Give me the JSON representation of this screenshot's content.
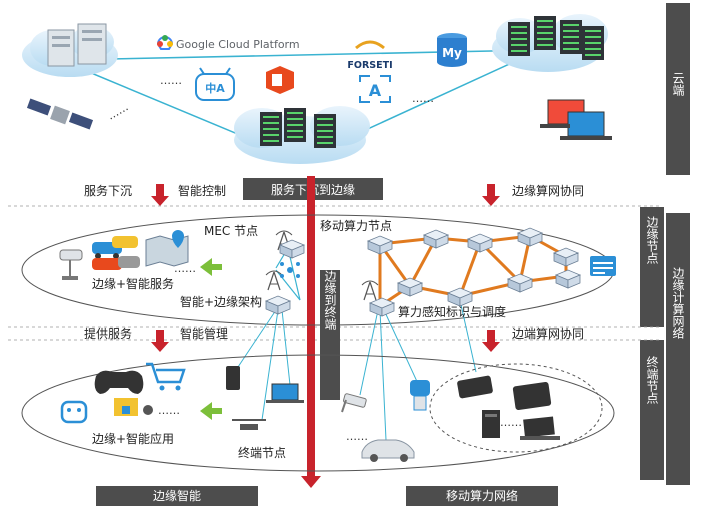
{
  "cloud": {
    "google_cloud": "Google Cloud Platform",
    "forseti": "FORSETI",
    "mysql_glyph": "My",
    "zhonga_glyph": "中A",
    "a_glyph": "A",
    "dots_top": "……",
    "dots_mid": "……",
    "dots_right": "……"
  },
  "labels": {
    "service_sink": "服务下沉",
    "smart_control": "智能控制",
    "sink_to_edge": "服务下沉到边缘",
    "edge_compute_collab": "边缘算网协同",
    "mec_node": "MEC 节点",
    "mobile_compute_node": "移动算力节点",
    "edge_smart_service": "边缘+智能服务",
    "smart_edge_arch": "智能+边缘架构",
    "edge_to_terminal": "边缘到终端",
    "compute_sensing": "算力感知标识与调度",
    "provide_service": "提供服务",
    "smart_manage": "智能管理",
    "edge_side_collab": "边端算网协同",
    "edge_smart_app": "边缘+智能应用",
    "terminal_node": "终端节点",
    "dots_edge": "……",
    "dots_term1": "……",
    "dots_term2": "……",
    "dots_term3": "……"
  },
  "side": {
    "cloud": "云端",
    "edge_node": "边缘节点",
    "terminal_node": "终端节点",
    "edge_network": "边缘计算网络"
  },
  "bottom": {
    "edge_intelligence": "边缘智能",
    "mobile_network": "移动算力网络"
  },
  "colors": {
    "red_arrow": "#c8232c",
    "dark_box": "#4d4d4d",
    "orange_link": "#e07a1f",
    "cyan_link": "#3ab3d1",
    "green_arrow": "#7cbf3a"
  }
}
